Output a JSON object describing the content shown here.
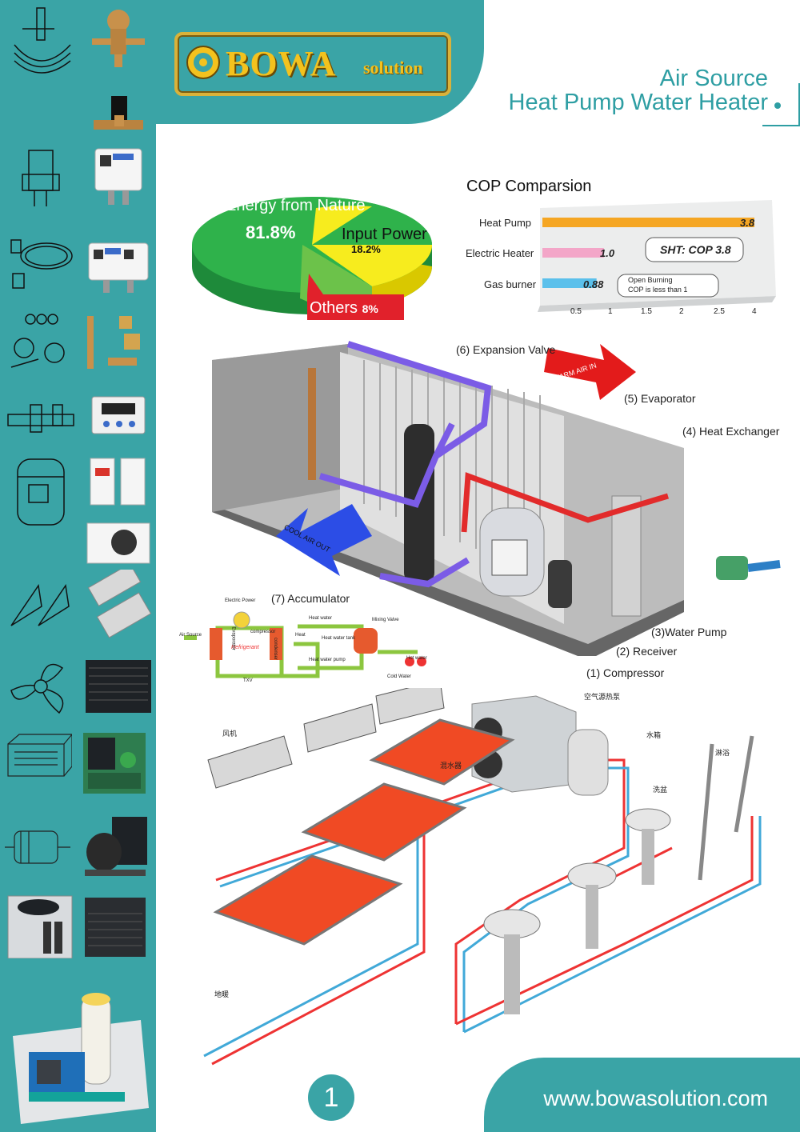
{
  "brand": {
    "name": "BOWA",
    "suffix": "solution"
  },
  "title": {
    "line1": "Air Source",
    "line2": "Heat Pump Water Heater"
  },
  "pie": {
    "nature_label": "Energy from Nature",
    "nature_pct": "81.8%",
    "input_label": "Input Power",
    "input_pct": "18.2%",
    "others_label": "Others",
    "others_pct": "8%"
  },
  "chart_data": {
    "type": "bar",
    "title": "COP Comparsion",
    "categories": [
      "Heat Pump",
      "Electric Heater",
      "Gas burner"
    ],
    "values": [
      3.8,
      1.0,
      0.88
    ],
    "value_labels": [
      "3.8",
      "1.0",
      "0.88"
    ],
    "colors": [
      "#f5a623",
      "#f3a6c8",
      "#5bc0eb"
    ],
    "xticks": [
      "0.5",
      "1",
      "1.5",
      "2",
      "2.5",
      "4"
    ],
    "annotations": [
      "SHT: COP 3.8",
      "Open Burning",
      "COP is less than 1"
    ]
  },
  "system": {
    "expansion_valve": "(6) Expansion Valve",
    "evaporator": "(5) Evaporator",
    "heat_exchanger": "(4) Heat Exchanger",
    "water_pump": "(3)Water Pump",
    "receiver": "(2) Receiver",
    "compressor": "(1) Compressor",
    "accumulator": "(7) Accumulator",
    "warm_air": "WARM AIR IN",
    "cool_air": "COOL AIR OUT"
  },
  "flow": {
    "air_source": "Air Source",
    "electric_power": "Electric Power",
    "compressor": "compressor",
    "evaporator": "Evaporator",
    "refrigerant": "Refrigerant",
    "condenser": "condenser",
    "heat": "Heat",
    "heat_water": "Heat water",
    "heat_water_tank": "Heat water tank",
    "heat_water_pump": "Heat water pump",
    "mixing_valve": "Mixing Valve",
    "hot_water": "Hot water",
    "cold_water": "Cold Water",
    "txv": "TXV"
  },
  "install": {
    "heat_pump": "空气源热泵",
    "fan_coil": "风机",
    "water_tank": "水箱",
    "shower": "淋浴",
    "basin": "洗盆",
    "separator": "混水器",
    "floor_heating": "地暖"
  },
  "footer": {
    "page": "1",
    "url": "www.bowasolution.com"
  }
}
